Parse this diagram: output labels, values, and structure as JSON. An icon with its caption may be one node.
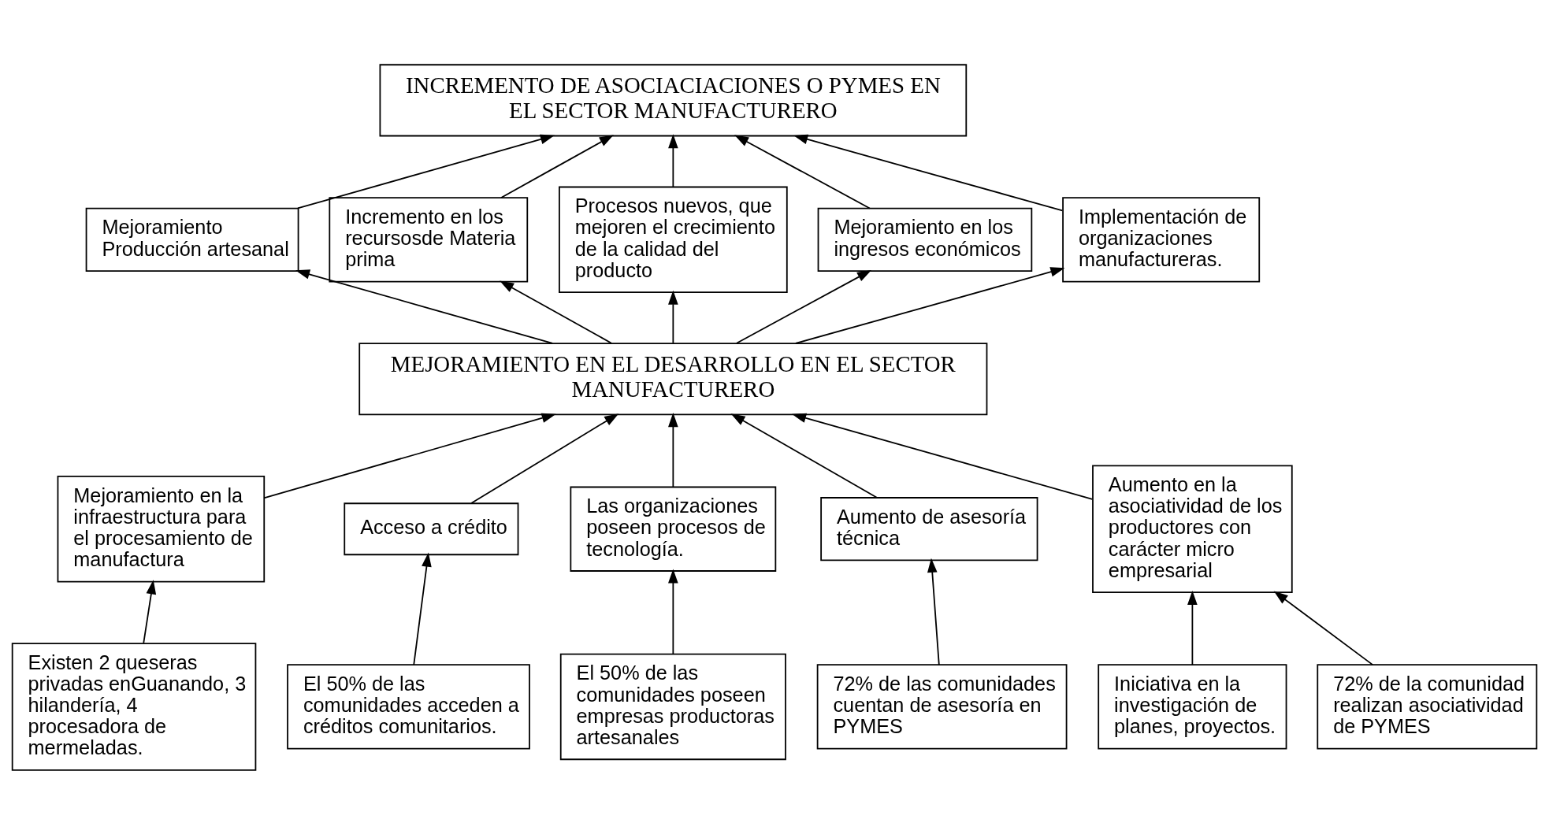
{
  "diagram": {
    "nodes": [
      {
        "text": [
          "INCREMENTO DE ASOCIACIACIONES O PYMES EN EL SECTOR MANUFACTURERO"
        ]
      },
      {
        "text": [
          "Mejoramiento Producción artesanal"
        ]
      },
      {
        "text": [
          "Incremento en los recursosde Materia prima"
        ]
      },
      {
        "text": [
          "Procesos nuevos, que mejoren el crecimiento de la calidad del producto"
        ]
      },
      {
        "text": [
          "Mejoramiento en los ingresos económicos"
        ]
      },
      {
        "text": [
          "Implementación de organizaciones manufactureras."
        ]
      },
      {
        "text": [
          "MEJORAMIENTO EN EL DESARROLLO EN EL SECTOR MANUFACTURERO"
        ]
      },
      {
        "text": [
          "Mejoramiento en la infraestructura para el procesamiento de manufactura"
        ]
      },
      {
        "text": [
          "Acceso a crédito"
        ]
      },
      {
        "text": [
          "Las organizaciones poseen procesos de tecnología."
        ]
      },
      {
        "text": [
          "Aumento de asesoría técnica"
        ]
      },
      {
        "text": [
          "Aumento en la asociatividad de los productores con carácter micro empresarial"
        ]
      },
      {
        "text": [
          "Existen 2 queseras privadas enGuanando, 3 hilandería, 4 procesadora de mermeladas."
        ]
      },
      {
        "text": [
          "El 50% de las comunidades acceden a créditos comunitarios."
        ]
      },
      {
        "text": [
          "El 50% de las comunidades poseen empresas productoras artesanales"
        ]
      },
      {
        "text": [
          "72% de las comunidades cuentan de asesoría en PYMES"
        ]
      },
      {
        "text": [
          "Iniciativa en la investigación de planes, proyectos."
        ]
      },
      {
        "text": [
          "72% de la comunidad realizan asociatividad de PYMES"
        ]
      }
    ],
    "edges": [
      {
        "from": 1,
        "to": 0,
        "arrow": "to"
      },
      {
        "from": 2,
        "to": 0,
        "arrow": "to"
      },
      {
        "from": 3,
        "to": 0,
        "arrow": "to"
      },
      {
        "from": 4,
        "to": 0,
        "arrow": "to"
      },
      {
        "from": 5,
        "to": 0,
        "arrow": "to"
      },
      {
        "from": 6,
        "to": 1,
        "arrow": "to"
      },
      {
        "from": 6,
        "to": 2,
        "arrow": "to"
      },
      {
        "from": 6,
        "to": 3,
        "arrow": "to"
      },
      {
        "from": 6,
        "to": 4,
        "arrow": "to"
      },
      {
        "from": 6,
        "to": 5,
        "arrow": "to"
      },
      {
        "from": 7,
        "to": 6,
        "arrow": "to"
      },
      {
        "from": 8,
        "to": 6,
        "arrow": "to"
      },
      {
        "from": 9,
        "to": 6,
        "arrow": "to"
      },
      {
        "from": 10,
        "to": 6,
        "arrow": "to"
      },
      {
        "from": 11,
        "to": 6,
        "arrow": "to"
      },
      {
        "from": 12,
        "to": 7,
        "arrow": "to"
      },
      {
        "from": 13,
        "to": 8,
        "arrow": "to"
      },
      {
        "from": 14,
        "to": 9,
        "arrow": "to"
      },
      {
        "from": 15,
        "to": 10,
        "arrow": "to"
      },
      {
        "from": 16,
        "to": 11,
        "arrow": "to"
      },
      {
        "from": 17,
        "to": 11,
        "arrow": "to"
      }
    ]
  }
}
